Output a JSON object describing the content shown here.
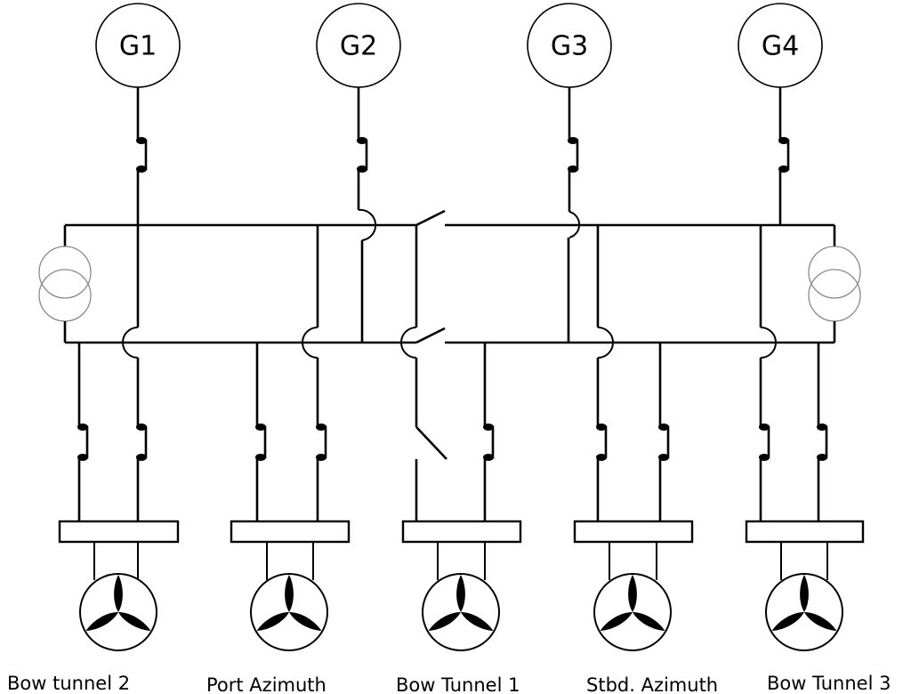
{
  "diagram": {
    "title": "",
    "generators": [
      {
        "id": "G1",
        "label": "G1"
      },
      {
        "id": "G2",
        "label": "G2"
      },
      {
        "id": "G3",
        "label": "G3"
      },
      {
        "id": "G4",
        "label": "G4"
      }
    ],
    "thrusters": [
      {
        "label": "Bow tunnel 2"
      },
      {
        "label": "Port Azimuth"
      },
      {
        "label": "Bow Tunnel 1"
      },
      {
        "label": "Stbd. Azimuth"
      },
      {
        "label": "Bow Tunnel 3"
      }
    ],
    "buses": [
      {
        "name": "upper-bus",
        "bus_tie": "open"
      },
      {
        "name": "lower-bus",
        "bus_tie": "open"
      }
    ],
    "transformers": [
      {
        "side": "port"
      },
      {
        "side": "starboard"
      }
    ],
    "colors": {
      "line": "#000000",
      "transformer": "#8a8a8a",
      "background": "#ffffff"
    }
  }
}
